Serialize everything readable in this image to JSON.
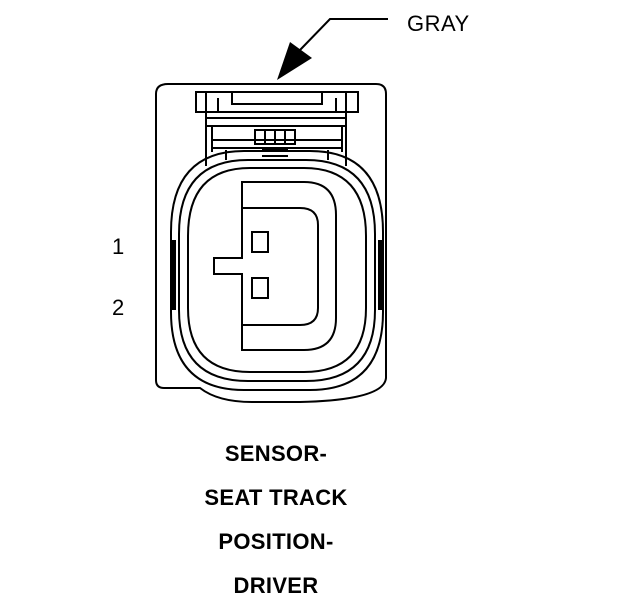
{
  "callout": {
    "color_label": "GRAY"
  },
  "pins": [
    {
      "label": "1"
    },
    {
      "label": "2"
    }
  ],
  "caption": {
    "lines": [
      "SENSOR-",
      "SEAT TRACK",
      "POSITION-",
      "DRIVER"
    ]
  },
  "colors": {
    "stroke": "#000000",
    "background": "#ffffff"
  }
}
